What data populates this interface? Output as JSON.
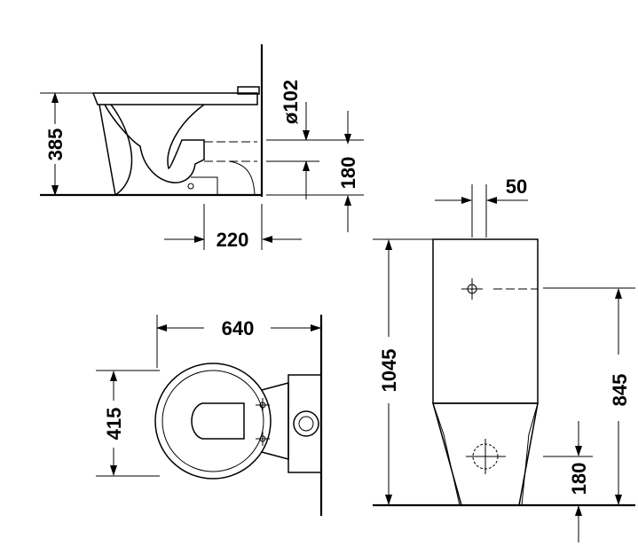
{
  "dimensions": {
    "side_height": "385",
    "side_pipe_diameter": "ø102",
    "side_outlet_height": "180",
    "side_outlet_distance": "220",
    "top_length": "640",
    "top_width": "415",
    "front_offset": "50",
    "front_total_height": "1045",
    "front_inlet_height": "845",
    "front_outlet_height": "180"
  }
}
